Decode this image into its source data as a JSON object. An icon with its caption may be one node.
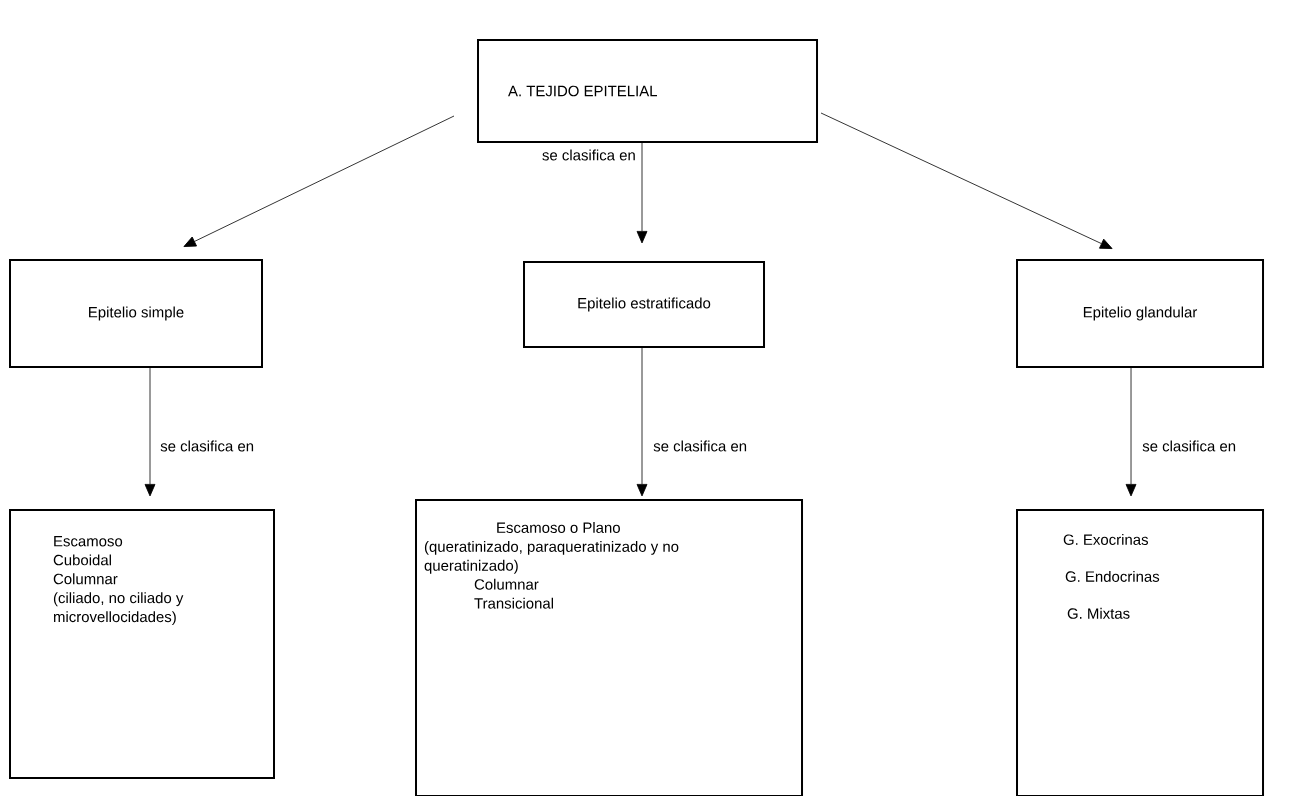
{
  "diagram": {
    "nodes": [
      {
        "text": [
          "A. TEJIDO EPITELIAL"
        ]
      },
      {
        "text": [
          "Epitelio simple"
        ]
      },
      {
        "text": [
          "Epitelio estratificado"
        ]
      },
      {
        "text": [
          "Epitelio glandular"
        ]
      },
      {
        "text": [
          "Escamoso",
          "Cuboidal",
          "Columnar",
          "(ciliado, no ciliado y microvellocidades)"
        ]
      },
      {
        "text": [
          "Escamoso o Plano",
          "(queratinizado, paraqueratinizado y no queratinizado)",
          "Columnar",
          "Transicional"
        ]
      },
      {
        "text": [
          "G. Exocrinas",
          "G. Endocrinas",
          "G. Mixtas"
        ]
      }
    ],
    "edges": [
      {
        "from": 0,
        "to": 1,
        "arrow": "to"
      },
      {
        "from": 0,
        "to": 2,
        "arrow": "to",
        "label": "se clasifica en"
      },
      {
        "from": 0,
        "to": 3,
        "arrow": "to"
      },
      {
        "from": 1,
        "to": 4,
        "arrow": "to",
        "label": "se clasifica en"
      },
      {
        "from": 2,
        "to": 5,
        "arrow": "to",
        "label": "se clasifica en"
      },
      {
        "from": 3,
        "to": 6,
        "arrow": "to",
        "label": "se clasifica en"
      }
    ]
  }
}
